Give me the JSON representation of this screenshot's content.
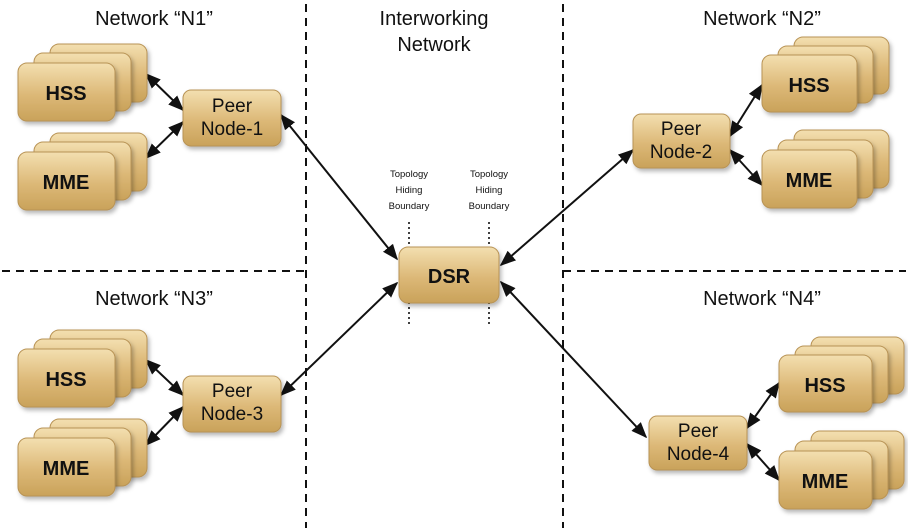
{
  "regions": {
    "n1": "Network “N1”",
    "n2": "Network “N2”",
    "n3": "Network “N3”",
    "n4": "Network “N4”",
    "interworking": [
      "Interworking",
      "Network"
    ]
  },
  "boundary_label": [
    "Topology",
    "Hiding",
    "Boundary"
  ],
  "dsr": "DSR",
  "peers": {
    "p1": [
      "Peer",
      "Node-1"
    ],
    "p2": [
      "Peer",
      "Node-2"
    ],
    "p3": [
      "Peer",
      "Node-3"
    ],
    "p4": [
      "Peer",
      "Node-4"
    ]
  },
  "elements": {
    "hss": "HSS",
    "mme": "MME"
  },
  "colors": {
    "box_top": "#f3dfb0",
    "box_mid": "#dcb877",
    "box_bottom": "#c9a25a",
    "box_stroke": "#b89355",
    "line": "#111111"
  }
}
